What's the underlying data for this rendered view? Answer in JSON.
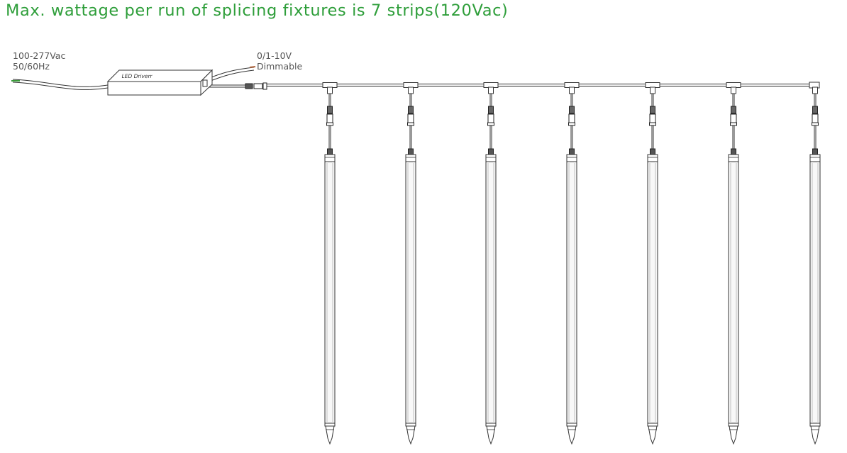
{
  "title": "Max. wattage per run of splicing fixtures is 7 strips(120Vac)",
  "input_label": {
    "line1": "100-277Vac",
    "line2": "50/60Hz"
  },
  "dimming_label": {
    "line1": "0/1-10V",
    "line2": "Dimmable"
  },
  "driver_label": "LED Driverr",
  "fixtures": [
    {
      "id": 1
    },
    {
      "id": 2
    },
    {
      "id": 3
    },
    {
      "id": 4
    },
    {
      "id": 5
    },
    {
      "id": 6
    },
    {
      "id": 7
    }
  ],
  "colors": {
    "title": "#2e9e3a",
    "line": "#333333",
    "tube_fill": "#f8f8f8",
    "wire_green": "#3a9a3a",
    "wire_brown": "#b0643c"
  }
}
